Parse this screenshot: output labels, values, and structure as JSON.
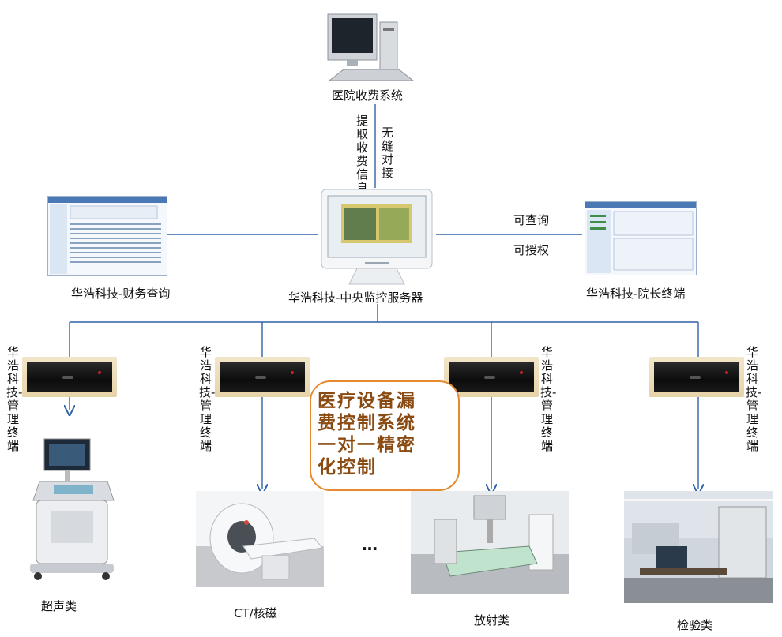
{
  "nodes": {
    "billing_system": "医院收费系统",
    "central_server": "华浩科技-中央监控服务器",
    "finance_query": "华浩科技-财务查询",
    "dean_terminal": "华浩科技-院长终端"
  },
  "edges": {
    "extract_info": "提取收费信息",
    "seamless": "无缝对接",
    "can_query": "可查询",
    "can_authorize": "可授权"
  },
  "terminals": {
    "t1": "华浩科技-管理终端",
    "t2": "华浩科技-管理终端",
    "t3": "华浩科技-管理终端",
    "t4": "华浩科技-管理终端"
  },
  "highlight": {
    "line1": "医疗设备漏",
    "line2": "费控制系统",
    "line3": "一对一精密",
    "line4": "化控制"
  },
  "categories": {
    "ultrasound": "超声类",
    "ct_mri": "CT/核磁",
    "ellipsis": "…",
    "radiology": "放射类",
    "lab": "检验类"
  },
  "colors": {
    "connector": "#2e62a8",
    "highlight_border": "#e58a2e",
    "highlight_text": "#8a4b12",
    "device_bg": "#eadbb6"
  }
}
